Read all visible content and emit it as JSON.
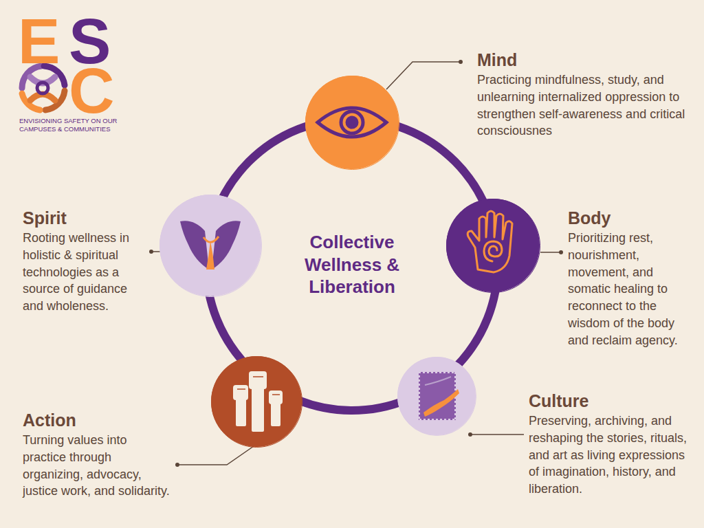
{
  "diagram": {
    "nodes": [
      {
        "text": [
          "Collective Wellness & Liberation"
        ]
      },
      {
        "text": [
          "Mind",
          "Practicing mindfulness, study, and unlearning internalized oppression to strengthen self-awareness and critical consciousnes"
        ]
      },
      {
        "text": [
          "Body",
          "Prioritizing rest, nourishment, movement, and somatic healing to reconnect to the wisdom of the body and reclaim agency."
        ]
      },
      {
        "text": [
          "Culture",
          "Preserving, archiving, and reshaping the stories, rituals, and art as living expressions of imagination, history, and liberation."
        ]
      },
      {
        "text": [
          "Action",
          "Turning values into practice through organizing, advocacy, justice work, and solidarity."
        ]
      },
      {
        "text": [
          "Spirit",
          "Rooting wellness in holistic & spiritual technologies as a source of guidance and wholeness."
        ]
      }
    ],
    "edges": [],
    "labels": [
      "E",
      "S",
      "C",
      "ENVISIONING SAFETY ON OUR CAMPUSES & COMMUNITIES"
    ]
  }
}
